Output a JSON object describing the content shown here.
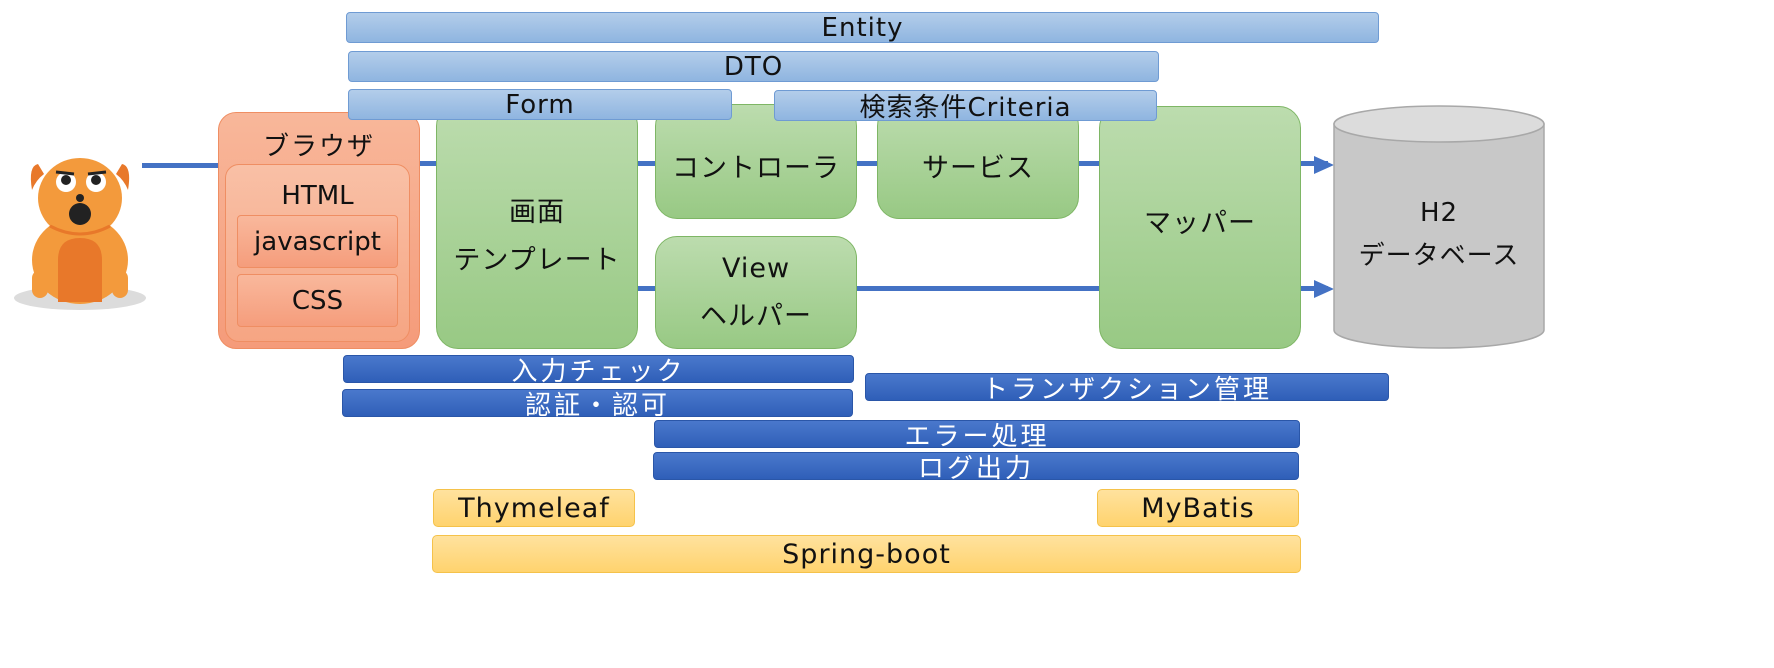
{
  "top_bars": {
    "entity": "Entity",
    "dto": "DTO",
    "form": "Form",
    "criteria": "検索条件Criteria"
  },
  "browser": {
    "title": "ブラウザ",
    "html": "HTML",
    "javascript": "javascript",
    "css": "CSS"
  },
  "components": {
    "screen_template_line1": "画面",
    "screen_template_line2": "テンプレート",
    "controller": "コントローラ",
    "service": "サービス",
    "view_helper_line1": "View",
    "view_helper_line2": "ヘルパー",
    "mapper": "マッパー",
    "db_line1": "H2",
    "db_line2": "データベース"
  },
  "cross_cutting": {
    "input_check": "入力チェック",
    "auth": "認証・認可",
    "transaction": "トランザクション管理",
    "error_handling": "エラー処理",
    "log_output": "ログ出力"
  },
  "frameworks": {
    "thymeleaf": "Thymeleaf",
    "mybatis": "MyBatis",
    "spring_boot": "Spring-boot"
  },
  "colors": {
    "flow_line": "#4472c4",
    "browser_fill": "#f7b096",
    "component_green": "#a9d18e",
    "db_gray": "#c9c9c9",
    "dark_blue": "#3a68c0",
    "light_blue": "#9dc0e6",
    "yellow": "#ffd978",
    "dog_orange": "#f39a3c"
  }
}
